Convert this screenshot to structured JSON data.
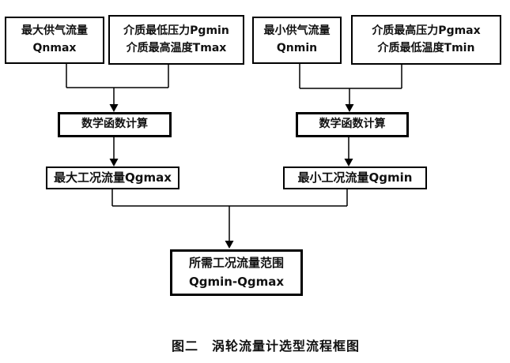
{
  "figure": {
    "boxes": {
      "qnmax": {
        "line1": "最大供气流量",
        "line2": "Qnmax"
      },
      "pgmin_tmax": {
        "line1": "介质最低压力Pgmin",
        "line2": "介质最高温度Tmax"
      },
      "qnmin": {
        "line1": "最小供气流量",
        "line2": "Qnmin"
      },
      "pgmax_tmin": {
        "line1": "介质最高压力Pgmax",
        "line2": "介质最低温度Tmin"
      },
      "math_left": {
        "line1": "数学函数计算"
      },
      "math_right": {
        "line1": "数学函数计算"
      },
      "qgmax": {
        "line1": "最大工况流量Qgmax"
      },
      "qgmin": {
        "line1": "最小工况流量Qgmin"
      },
      "range": {
        "line1": "所需工况流量范围",
        "line2": "Qgmin-Qgmax"
      }
    },
    "caption": "图二　涡轮流量计选型流程框图",
    "colors": {
      "background": "#ffffff",
      "line": "#000000",
      "text": "#111111"
    }
  }
}
